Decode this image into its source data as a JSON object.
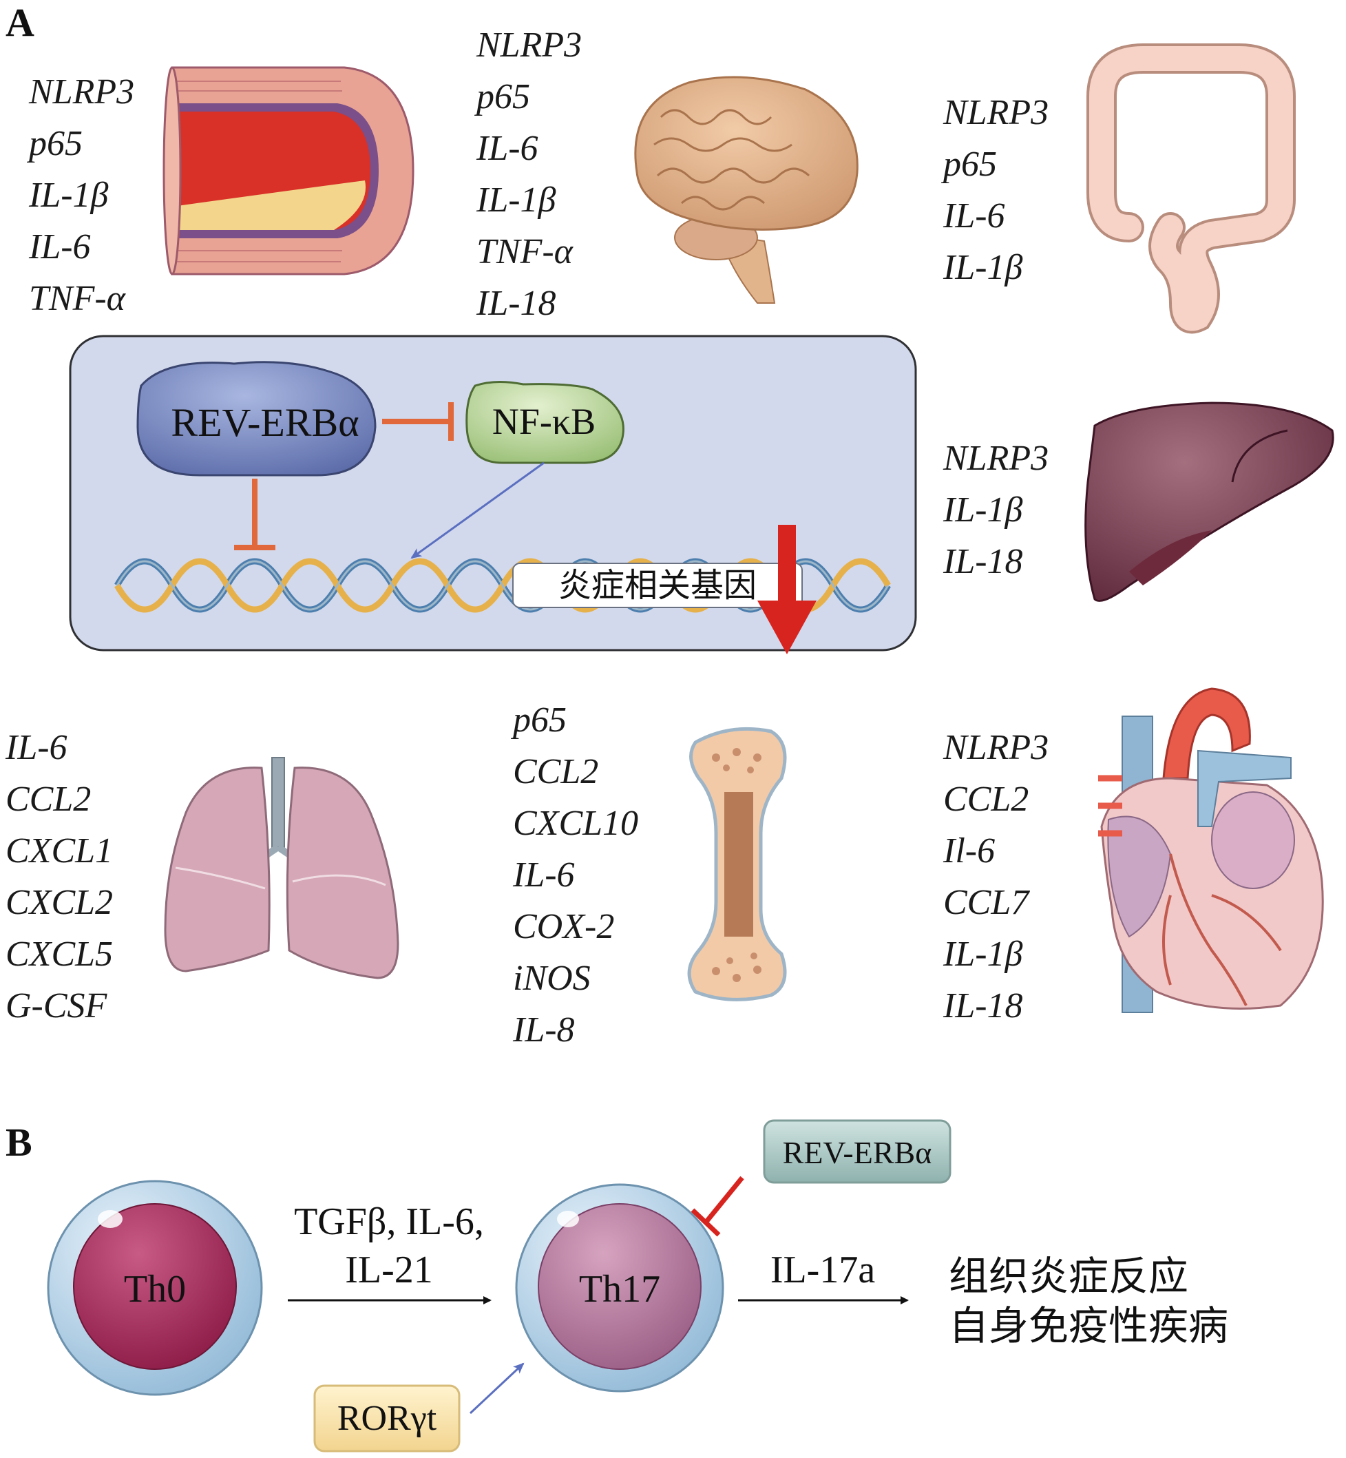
{
  "panel_a": {
    "label": "A",
    "organs": {
      "artery": {
        "markers": [
          "NLRP3",
          "p65",
          "IL-1β",
          "IL-6",
          "TNF-α"
        ]
      },
      "brain": {
        "markers": [
          "NLRP3",
          "p65",
          "IL-6",
          "IL-1β",
          "TNF-α",
          "IL-18"
        ]
      },
      "colon": {
        "markers": [
          "NLRP3",
          "p65",
          "IL-6",
          "IL-1β"
        ]
      },
      "liver": {
        "markers": [
          "NLRP3",
          "IL-1β",
          "IL-18"
        ]
      },
      "lung": {
        "markers": [
          "IL-6",
          "CCL2",
          "CXCL1",
          "CXCL2",
          "CXCL5",
          "G-CSF"
        ]
      },
      "bone": {
        "markers": [
          "p65",
          "CCL2",
          "CXCL10",
          "IL-6",
          "COX-2",
          "iNOS",
          "IL-8"
        ]
      },
      "heart": {
        "markers": [
          "NLRP3",
          "CCL2",
          "Il-6",
          "CCL7",
          "IL-1β",
          "IL-18"
        ]
      }
    },
    "mechanism": {
      "rev_erb": "REV-ERBα",
      "nfkb": "NF-κB",
      "gene_label": "炎症相关基因"
    }
  },
  "panel_b": {
    "label": "B",
    "th0": "Th0",
    "th17": "Th17",
    "cytokines_line1": "TGFβ, IL-6,",
    "cytokines_line2": "IL-21",
    "il17a": "IL-17a",
    "rev_erb": "REV-ERBα",
    "rorgt": "RORγt",
    "outcome_line1": "组织炎症反应",
    "outcome_line2": "自身免疫性疾病"
  },
  "colors": {
    "box_fill": "#d3d9ec",
    "rev_erb_blue": "#6f80b9",
    "nfkb_green": "#b6d59a",
    "inhibit_orange": "#e0683a",
    "down_arrow_red": "#d8241f",
    "activate_blue": "#5b6fc0"
  }
}
